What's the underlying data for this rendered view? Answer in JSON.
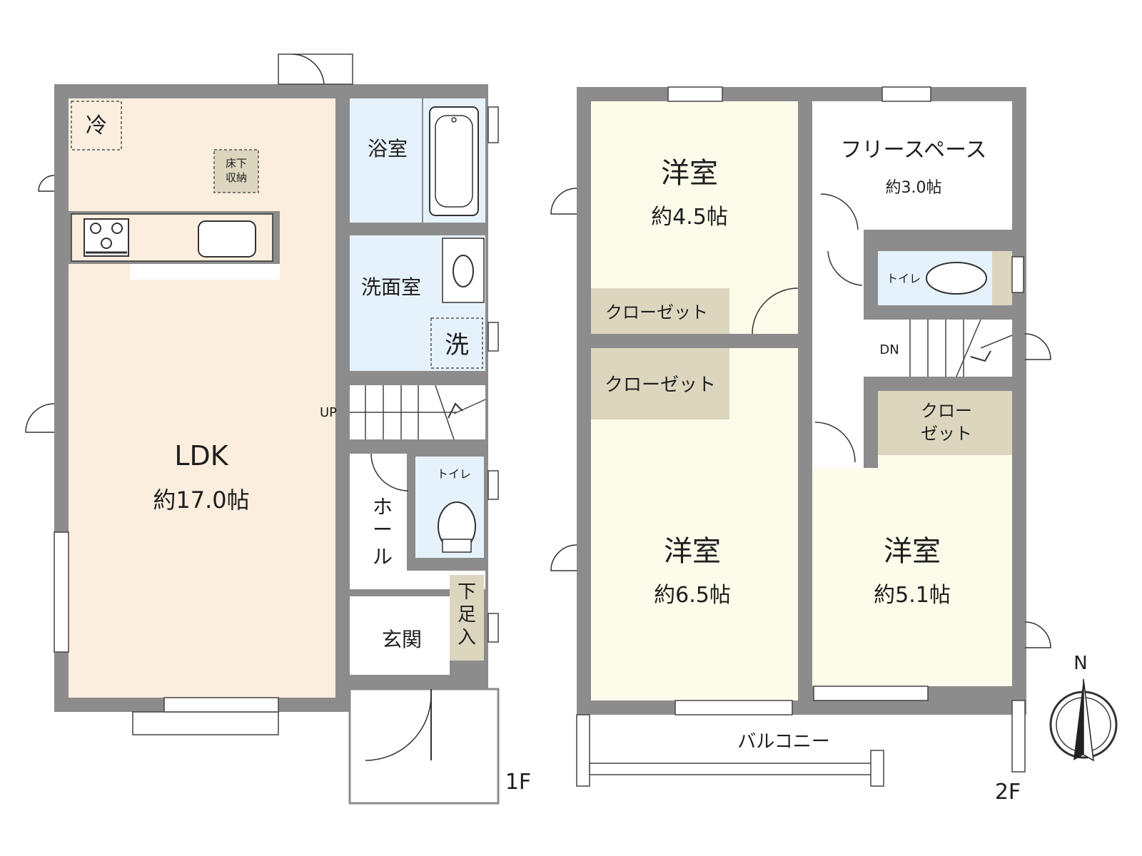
{
  "floor1": {
    "label": "1F",
    "refrigerator": "冷",
    "underfloor_storage_line1": "床下",
    "underfloor_storage_line2": "収納",
    "ldk": {
      "name": "LDK",
      "area": "約17.0帖"
    },
    "bathroom": "浴室",
    "washroom": "洗面室",
    "washer": "洗",
    "stairs_up": "UP",
    "toilet": "トイレ",
    "hall": [
      "ホ",
      "ー",
      "ル"
    ],
    "shoe_storage": [
      "下",
      "足",
      "入"
    ],
    "entrance": "玄関"
  },
  "floor2": {
    "label": "2F",
    "bedroom1": {
      "name": "洋室",
      "area": "約4.5帖"
    },
    "free_space": {
      "name": "フリースペース",
      "area": "約3.0帖"
    },
    "toilet": "トイレ",
    "stairs_down": "DN",
    "closet1": "クローゼット",
    "closet2": "クローゼット",
    "closet3_line1": "クロー",
    "closet3_line2": "ゼット",
    "bedroom2": {
      "name": "洋室",
      "area": "約6.5帖"
    },
    "bedroom3": {
      "name": "洋室",
      "area": "約5.1帖"
    },
    "balcony": "バルコニー"
  },
  "compass": {
    "north": "N"
  },
  "colors": {
    "wall": "#8c8c8c",
    "ldk_floor": "#fbeede",
    "bedroom_floor": "#fdfbea",
    "wet_area_floor": "#e6f2fb",
    "closet_floor": "#ddd6bf",
    "storage_floor": "#dcd6bf"
  }
}
